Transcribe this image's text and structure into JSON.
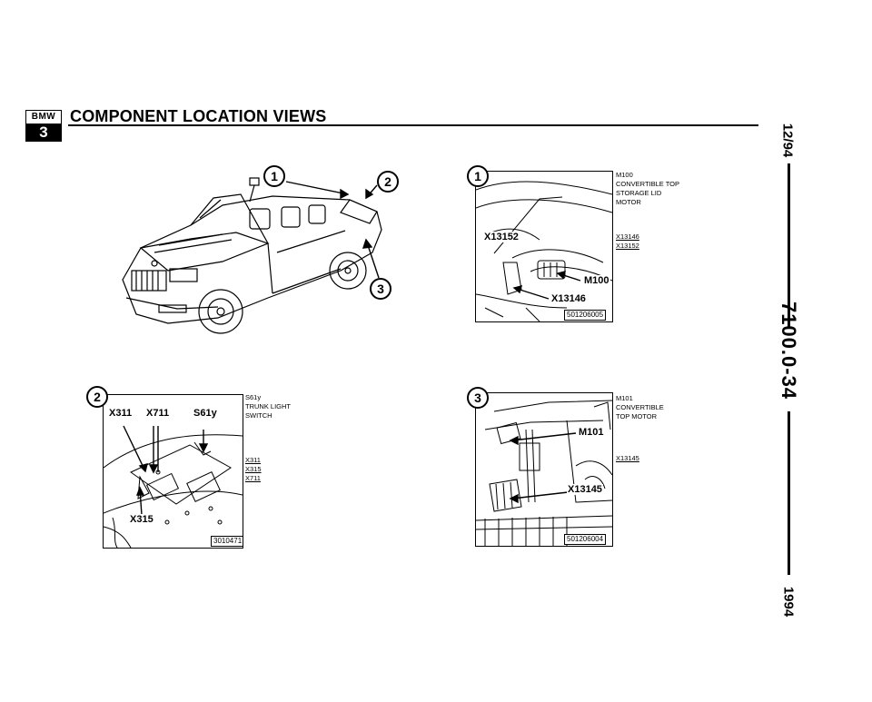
{
  "header": {
    "logo_top": "BMW",
    "logo_bottom": "3",
    "title": "COMPONENT LOCATION VIEWS"
  },
  "margin": {
    "date": "12/94",
    "code": "7100.0-34",
    "year": "1994"
  },
  "overview": {
    "callouts": [
      "1",
      "2",
      "3"
    ]
  },
  "figures": [
    {
      "number": "1",
      "id": "501206005",
      "labels": [
        "X13152",
        "M100",
        "X13146"
      ],
      "description": [
        "M100",
        "CONVERTIBLE TOP",
        "STORAGE LID",
        "MOTOR"
      ],
      "connectors": [
        "X13146",
        "X13152"
      ]
    },
    {
      "number": "2",
      "id": "3010471",
      "labels": [
        "X311",
        "X711",
        "S61y",
        "X315"
      ],
      "description": [
        "S61y",
        "TRUNK LIGHT",
        "SWITCH"
      ],
      "connectors": [
        "X311",
        "X315",
        "X711"
      ]
    },
    {
      "number": "3",
      "id": "501206004",
      "labels": [
        "M101",
        "X13145"
      ],
      "description": [
        "M101",
        "CONVERTIBLE",
        "TOP MOTOR"
      ],
      "connectors": [
        "X13145"
      ]
    }
  ]
}
